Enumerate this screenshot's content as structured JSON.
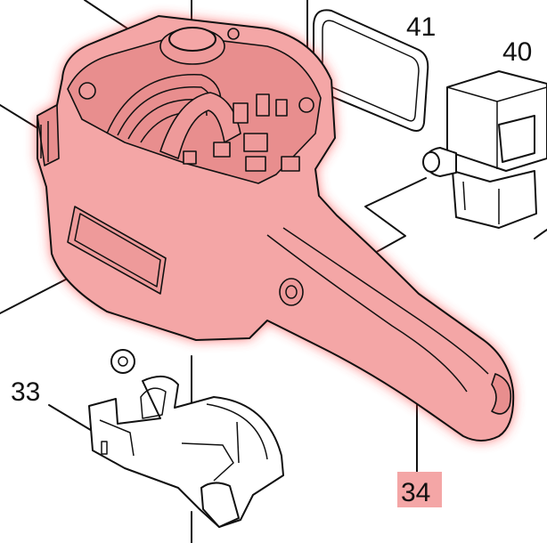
{
  "diagram": {
    "highlight_color": "#f4a6a6",
    "glow_color": "#ff3b3b",
    "labels": [
      {
        "id": "label-41",
        "text": "41"
      },
      {
        "id": "label-40",
        "text": "40"
      },
      {
        "id": "label-33",
        "text": "33"
      },
      {
        "id": "label-34",
        "text": "34"
      }
    ],
    "highlighted_part": "34"
  }
}
